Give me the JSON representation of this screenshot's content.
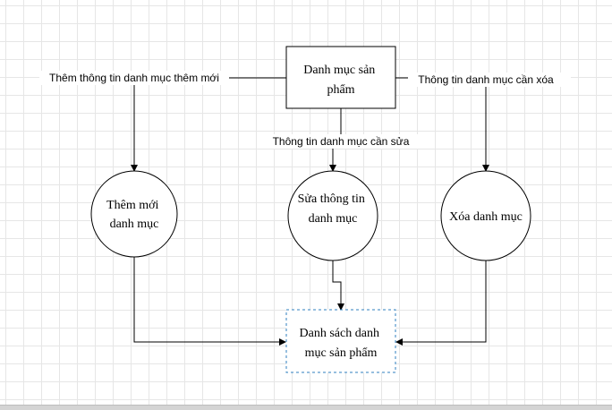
{
  "nodes": {
    "top": [
      "Danh mục sản",
      "phẩm"
    ],
    "add": [
      "Thêm mới",
      "danh mục"
    ],
    "edit": [
      "Sửa thông tin",
      "danh mục"
    ],
    "delete": [
      "Xóa danh mục"
    ],
    "list": [
      "Danh sách danh",
      "mục sản phẩm"
    ]
  },
  "edges": {
    "add_label": "Thêm thông tin danh mục thêm mới",
    "edit_label": "Thông tin danh mục cần sửa",
    "delete_label": "Thông tin danh mục cần xóa"
  },
  "colors": {
    "stroke": "#000000",
    "selection": "#2f7fbf",
    "grid": "#e6e6e6"
  }
}
